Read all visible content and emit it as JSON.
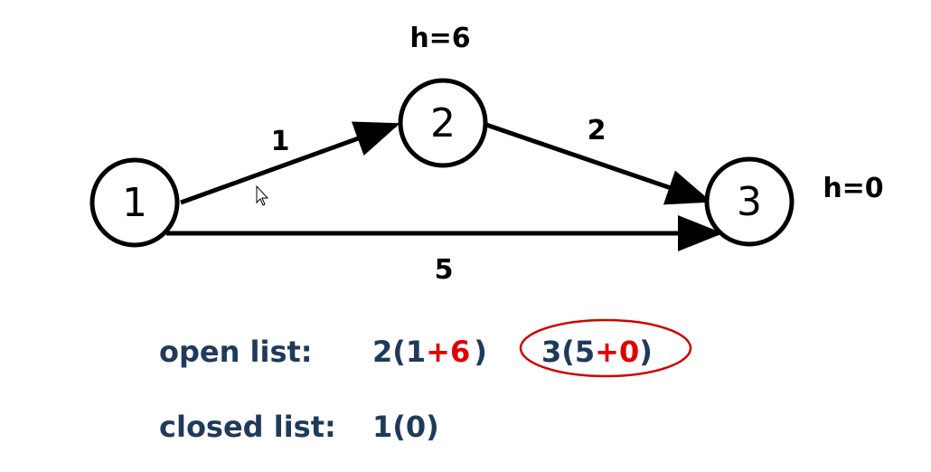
{
  "graph": {
    "nodes": [
      {
        "id": "1",
        "label": "1",
        "h": ""
      },
      {
        "id": "2",
        "label": "2",
        "h": "h=6"
      },
      {
        "id": "3",
        "label": "3",
        "h": "h=0"
      }
    ],
    "edges": [
      {
        "from": "1",
        "to": "2",
        "weight": "1"
      },
      {
        "from": "2",
        "to": "3",
        "weight": "2"
      },
      {
        "from": "1",
        "to": "3",
        "weight": "5"
      }
    ]
  },
  "open_list": {
    "label": "open list:",
    "entries": [
      {
        "node": "2",
        "g": "1",
        "plus": "+",
        "h": "6",
        "close": ")",
        "highlighted": false
      },
      {
        "node": "3",
        "g": "5",
        "plus": "+",
        "h": "0",
        "close": ")",
        "highlighted": true
      }
    ]
  },
  "closed_list": {
    "label": "closed list:",
    "entries": [
      "1(0)"
    ]
  },
  "colors": {
    "text_blue": "#1f3a5a",
    "accent_red": "#e00000",
    "line": "#000000"
  }
}
